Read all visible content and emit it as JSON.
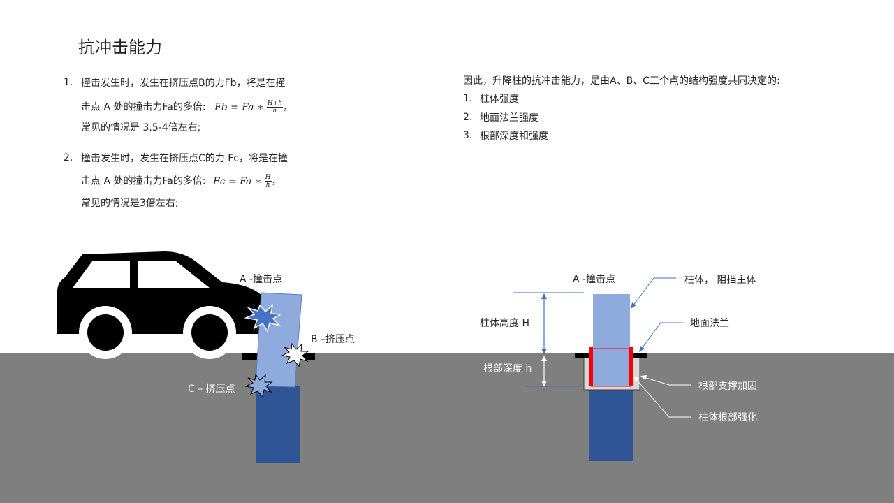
{
  "title": "抗冲击能力",
  "left_list": [
    {
      "num": "1.",
      "line1": "撞击发生时，发生在挤压点B的力Fb，将是在撞",
      "line2": "击点 A 处的撞击力Fa的多倍:",
      "formula_lhs": "Fb = Fa ∗",
      "formula_num": "H+h",
      "formula_den": "h",
      "formula_tail": "，",
      "line3": "常见的情况是 3.5-4倍左右;"
    },
    {
      "num": "2.",
      "line1": "撞击发生时，发生在挤压点C的力 Fc，将是在撞",
      "line2": "击点 A 处的撞击力Fa的多倍:",
      "formula_lhs": "Fc = Fa ∗",
      "formula_num": "H",
      "formula_den": "h",
      "formula_tail": "，",
      "line3": "常见的情况是3倍左右;"
    }
  ],
  "right_intro": "因此，升降柱的抗冲击能力，是由A、B、C三个点的结构强度共同决定的:",
  "right_list": [
    {
      "num": "1.",
      "text": "柱体强度"
    },
    {
      "num": "2.",
      "text": "地面法兰强度"
    },
    {
      "num": "3.",
      "text": "根部深度和强度"
    }
  ],
  "left_diagram": {
    "label_a": "A -撞击点",
    "label_b": "B –挤压点",
    "label_c": "C – 挤压点"
  },
  "right_diagram": {
    "label_a": "A -撞击点",
    "label_body": "柱体， 阻挡主体",
    "label_flange": "地面法兰",
    "label_height": "柱体高度 H",
    "label_depth": "根部深度 h",
    "label_support": "根部支撑加固",
    "label_root": "柱体根部强化"
  },
  "colors": {
    "ground": "#7f7f7f",
    "post_light": "#8faadc",
    "post_dark": "#2f5597",
    "root_highlight": "#ff0000",
    "arrow": "#4472c4",
    "car": "#000000"
  }
}
